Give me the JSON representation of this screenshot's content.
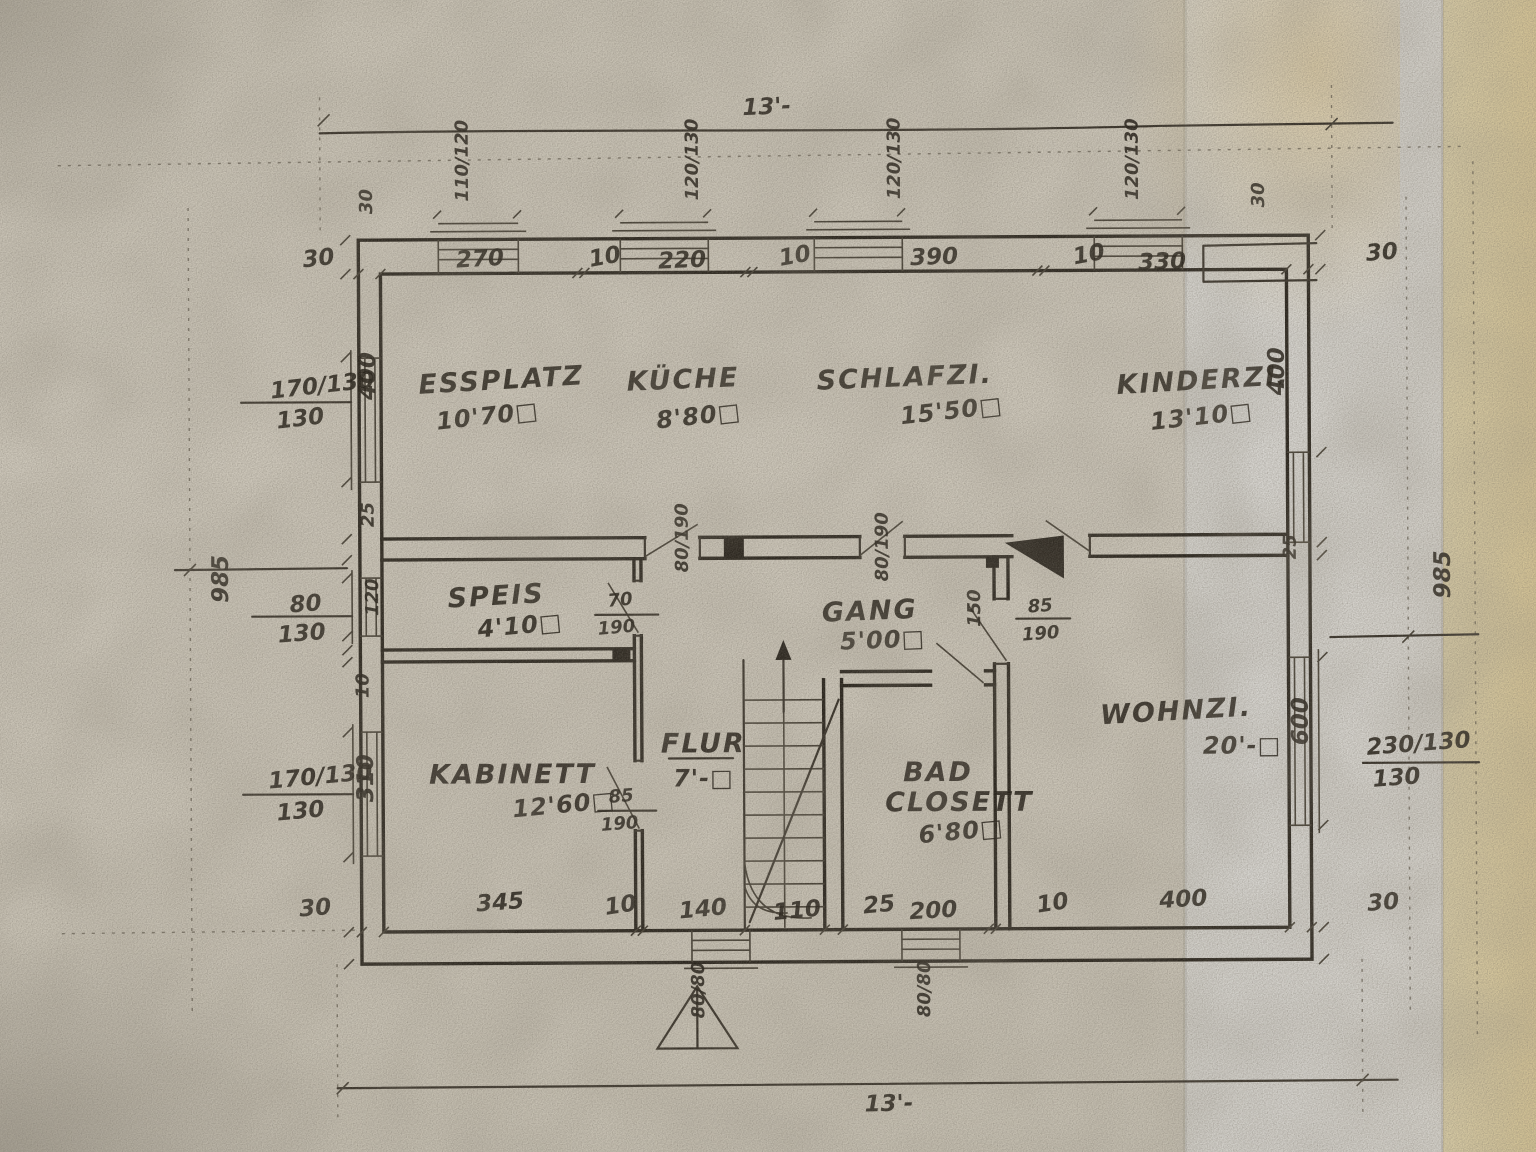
{
  "meta": {
    "overall_width_top": "13'-",
    "overall_width_bottom": "13'-",
    "overall_height_left": "985",
    "overall_height_right": "985"
  },
  "rooms": {
    "essplatz": {
      "name": "ESSPLATZ",
      "area": "10'70□"
    },
    "kueche": {
      "name": "KÜCHE",
      "area": "8'80□"
    },
    "schlafzi": {
      "name": "SCHLAFZI.",
      "area": "15'50□"
    },
    "kinderzi": {
      "name": "KINDERZI.",
      "area": "13'10□"
    },
    "speis": {
      "name": "SPEIS",
      "area": "4'10□"
    },
    "gang": {
      "name": "GANG",
      "area": "5'00□"
    },
    "kabinett": {
      "name": "KABINETT",
      "area": "12'60□"
    },
    "flur": {
      "name": "FLUR",
      "area": "7'-□"
    },
    "bad": {
      "name": "BAD",
      "name2": "CLOSETT",
      "area": "6'80□"
    },
    "wohnzi": {
      "name": "WOHNZI.",
      "area": "20'-□"
    }
  },
  "dims": {
    "top": [
      "30",
      "270",
      "10",
      "220",
      "10",
      "390",
      "10",
      "330",
      "30"
    ],
    "bottom": [
      "30",
      "345",
      "10",
      "140",
      "110",
      "25",
      "200",
      "10",
      "400",
      "30"
    ],
    "left": [
      "400",
      "25",
      "120",
      "10",
      "310"
    ],
    "right": [
      "400",
      "25",
      "600"
    ],
    "wall_top_left": "30",
    "wall_top_right": "30"
  },
  "windows": {
    "top": [
      "110/120",
      "120/130",
      "120/130",
      "120/130"
    ],
    "left": [
      "170/130",
      "80/130",
      "170/130"
    ],
    "right": [
      "230/130"
    ],
    "bottom": [
      "80/80",
      "80/80"
    ]
  },
  "doors": {
    "speis": "70/190",
    "kueche": "80/190",
    "schlafzi": "80/190",
    "kinderzi": "85/190",
    "kabinett": "85/190",
    "gang_width": "150"
  }
}
